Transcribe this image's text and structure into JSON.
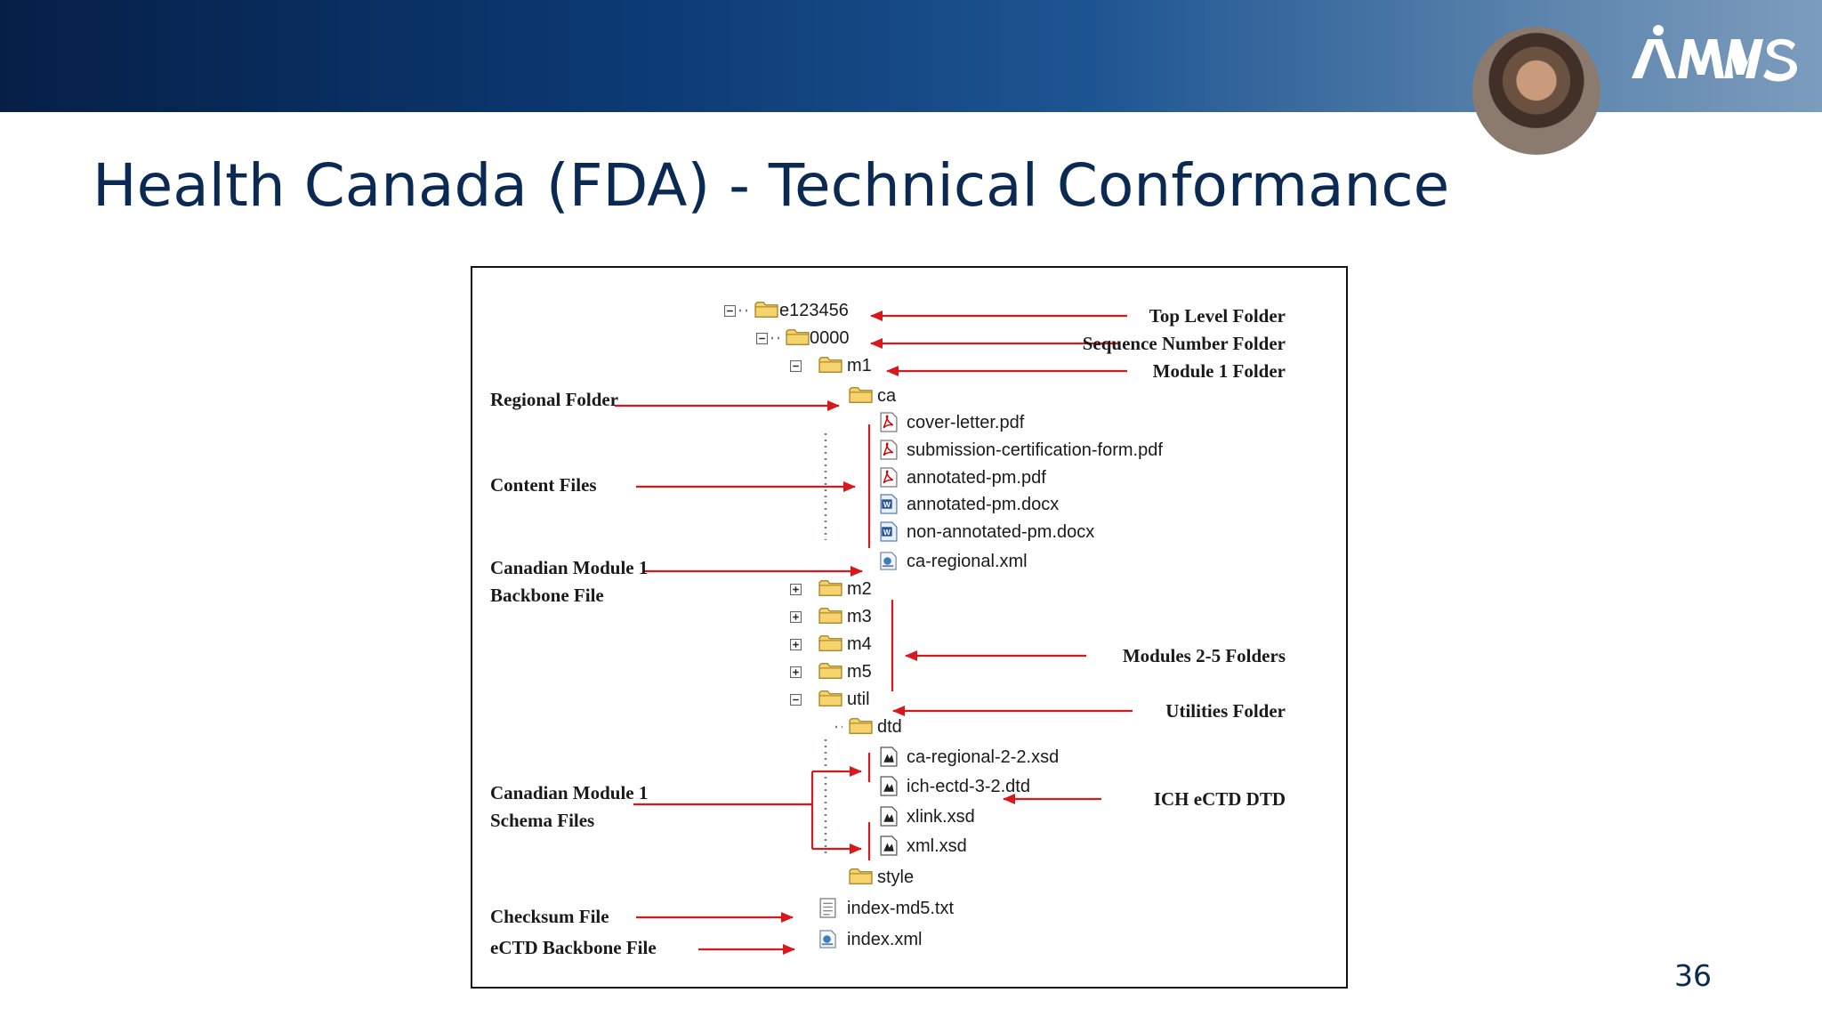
{
  "slide": {
    "title": "Health Canada (FDA) - Technical Conformance",
    "page_number": "36",
    "logo_icon": "amms-logo-icon",
    "colors": {
      "banner_dark": "#061f47",
      "banner_light": "#7c9cbd",
      "title": "#0b2a53",
      "arrow": "#d7191d"
    }
  },
  "figure": {
    "tree": [
      {
        "key": "e123456",
        "label": "e123456",
        "icon": "folder-icon"
      },
      {
        "key": "0000",
        "label": "0000",
        "icon": "folder-icon"
      },
      {
        "key": "m1",
        "label": "m1",
        "icon": "folder-icon"
      },
      {
        "key": "ca",
        "label": "ca",
        "icon": "folder-icon"
      },
      {
        "key": "cover-letter",
        "label": "cover-letter.pdf",
        "icon": "pdf-file-icon"
      },
      {
        "key": "submission-certification-form",
        "label": "submission-certification-form.pdf",
        "icon": "pdf-file-icon"
      },
      {
        "key": "annotated-pm-pdf",
        "label": "annotated-pm.pdf",
        "icon": "pdf-file-icon"
      },
      {
        "key": "annotated-pm-docx",
        "label": "annotated-pm.docx",
        "icon": "word-file-icon"
      },
      {
        "key": "non-annotated-pm-docx",
        "label": "non-annotated-pm.docx",
        "icon": "word-file-icon"
      },
      {
        "key": "ca-regional-xml",
        "label": "ca-regional.xml",
        "icon": "xml-file-icon"
      },
      {
        "key": "m2",
        "label": "m2",
        "icon": "folder-icon"
      },
      {
        "key": "m3",
        "label": "m3",
        "icon": "folder-icon"
      },
      {
        "key": "m4",
        "label": "m4",
        "icon": "folder-icon"
      },
      {
        "key": "m5",
        "label": "m5",
        "icon": "folder-icon"
      },
      {
        "key": "util",
        "label": "util",
        "icon": "folder-icon"
      },
      {
        "key": "dtd",
        "label": "dtd",
        "icon": "folder-icon"
      },
      {
        "key": "ca-regional-xsd",
        "label": "ca-regional-2-2.xsd",
        "icon": "schema-file-icon"
      },
      {
        "key": "ich-ectd-dtd",
        "label": "ich-ectd-3-2.dtd",
        "icon": "schema-file-icon"
      },
      {
        "key": "xlink-xsd",
        "label": "xlink.xsd",
        "icon": "schema-file-icon"
      },
      {
        "key": "xml-xsd",
        "label": "xml.xsd",
        "icon": "schema-file-icon"
      },
      {
        "key": "style",
        "label": "style",
        "icon": "folder-icon"
      },
      {
        "key": "index-md5",
        "label": "index-md5.txt",
        "icon": "text-file-icon"
      },
      {
        "key": "index-xml",
        "label": "index.xml",
        "icon": "xml-file-icon"
      }
    ],
    "labels": [
      {
        "key": "top-level",
        "lines": [
          "Top Level Folder"
        ]
      },
      {
        "key": "sequence-number",
        "lines": [
          "Sequence Number Folder"
        ]
      },
      {
        "key": "module-1",
        "lines": [
          "Module 1 Folder"
        ]
      },
      {
        "key": "regional",
        "lines": [
          "Regional Folder"
        ]
      },
      {
        "key": "content",
        "lines": [
          "Content Files"
        ]
      },
      {
        "key": "backbone-m1",
        "lines": [
          "Canadian Module 1",
          "Backbone File"
        ]
      },
      {
        "key": "modules-2-5",
        "lines": [
          "Modules 2-5 Folders"
        ]
      },
      {
        "key": "utilities",
        "lines": [
          "Utilities Folder"
        ]
      },
      {
        "key": "ich-ectd-dtd",
        "lines": [
          "ICH eCTD DTD"
        ]
      },
      {
        "key": "schema-m1",
        "lines": [
          "Canadian Module 1",
          "Schema Files"
        ]
      },
      {
        "key": "checksum",
        "lines": [
          "Checksum File"
        ]
      },
      {
        "key": "ectd-backbone",
        "lines": [
          "eCTD Backbone File"
        ]
      }
    ]
  }
}
